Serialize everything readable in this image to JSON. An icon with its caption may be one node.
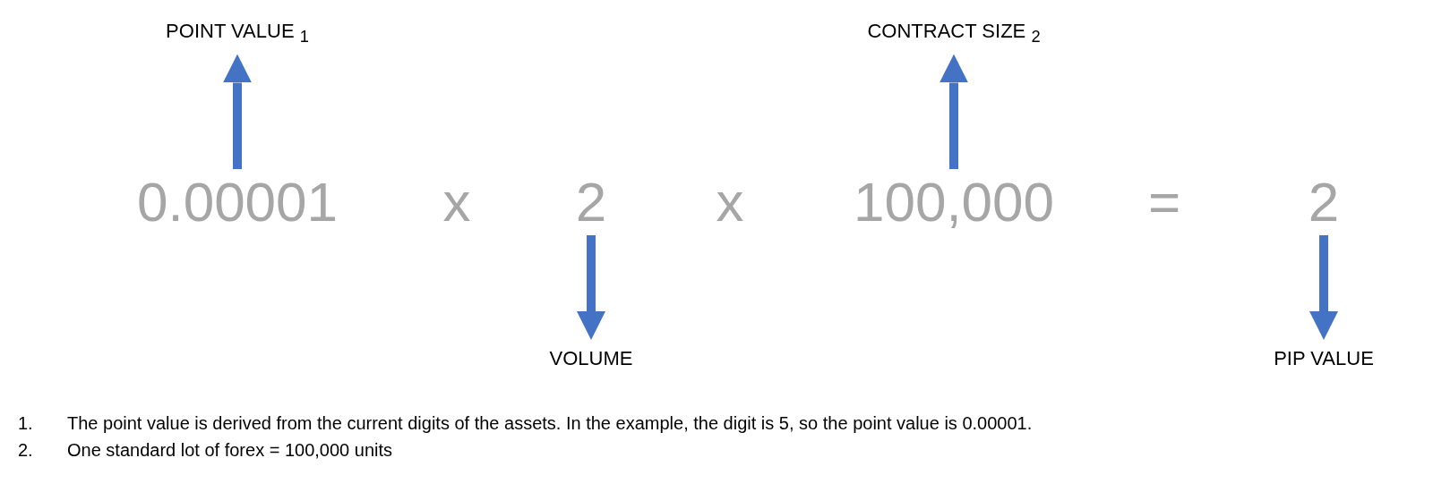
{
  "diagram": {
    "nodes": [
      {
        "text": [
          "POINT VALUE $_{1}$"
        ]
      },
      {
        "text": [
          "CONTRACT SIZE $_{2}$"
        ]
      },
      {
        "text": [
          "0.00001"
        ]
      },
      {
        "text": [
          "2"
        ]
      },
      {
        "text": [
          "100,000"
        ]
      },
      {
        "text": [
          "2"
        ]
      },
      {
        "text": [
          "VOLUME"
        ]
      },
      {
        "text": [
          "PIP VALUE"
        ]
      }
    ],
    "edges": [
      {
        "from": 2,
        "to": 0,
        "arrow": "to"
      },
      {
        "from": 4,
        "to": 1,
        "arrow": "to"
      },
      {
        "from": 3,
        "to": 6,
        "arrow": "to"
      },
      {
        "from": 5,
        "to": 7,
        "arrow": "to"
      }
    ],
    "labels": [
      "x",
      "x",
      "=",
      "1.",
      "The point value is derived from the current digits of the assets. In the example, the digit is 5, so the point value is 0.00001.",
      "2.",
      "One standard lot of forex = 100,000 units"
    ]
  }
}
